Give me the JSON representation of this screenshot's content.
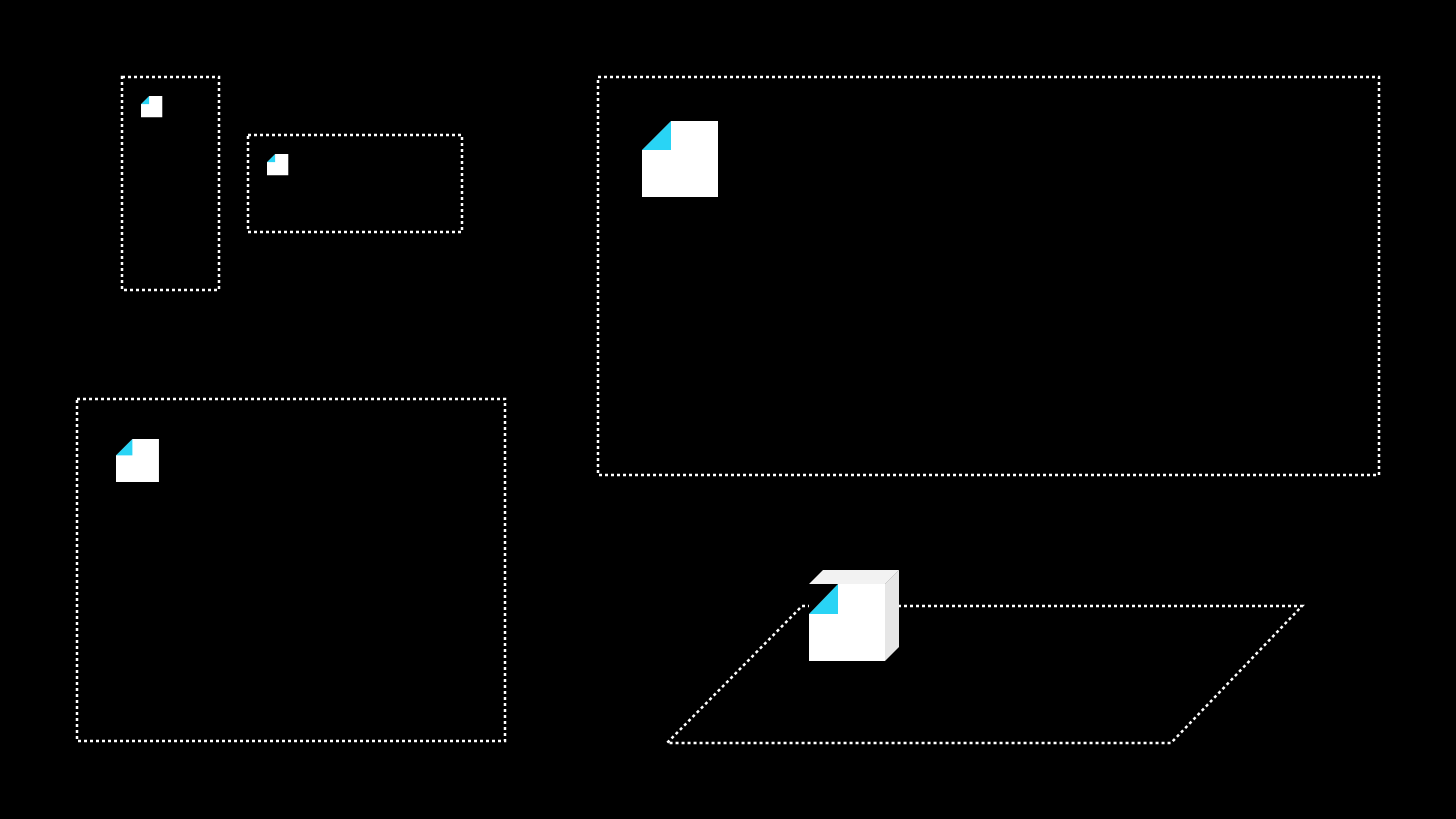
{
  "colors": {
    "background": "#000000",
    "frame_stroke": "#ffffff",
    "marker_fill": "#ffffff",
    "corner_accent": "#29d4f5",
    "cube_top": "#f2f2f2",
    "cube_side": "#e6e6e6"
  },
  "frames": [
    {
      "id": "narrow-portrait",
      "shape": "rectangle",
      "marker": "folded-corner-square-icon"
    },
    {
      "id": "wide-landscape",
      "shape": "rectangle",
      "marker": "folded-corner-square-icon"
    },
    {
      "id": "large-landscape",
      "shape": "rectangle",
      "marker": "folded-corner-square-icon"
    },
    {
      "id": "square-like",
      "shape": "rectangle",
      "marker": "folded-corner-square-icon"
    },
    {
      "id": "floor-plane",
      "shape": "parallelogram",
      "marker": "folded-corner-cube-icon"
    }
  ]
}
